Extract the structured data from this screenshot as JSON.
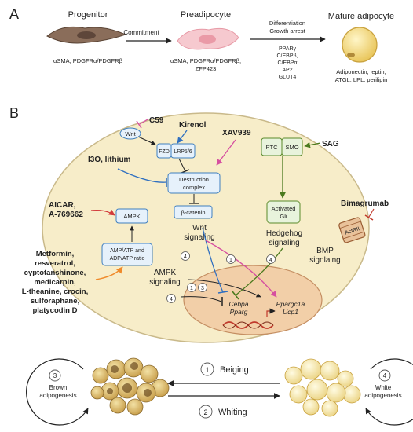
{
  "panel_a": {
    "label": "A",
    "progenitor": {
      "title": "Progenitor",
      "markers": "αSMA, PDGFRα/PDGFRβ"
    },
    "commitment": "Commitment",
    "preadipocyte": {
      "title": "Preadipocyte",
      "markers1": "αSMA, PDGFRα/PDGFRβ,",
      "markers2": "ZFP423"
    },
    "differentiation": "Differentiation",
    "growth_arrest": "Growth arrest",
    "factors": [
      "PPARγ",
      "C/EBPβ,",
      "C/EBPα",
      "AP2",
      "GLUT4"
    ],
    "mature": {
      "title": "Mature adipocyte",
      "markers1": "Adiponectin, leptin,",
      "markers2": "ATGL, LPL, perilipin"
    }
  },
  "panel_b": {
    "label": "B",
    "c59": "C59",
    "wnt": "Wnt",
    "kirenol": "Kirenol",
    "fzd": "FZD",
    "lrp": "LRP5/6",
    "xav": "XAV939",
    "i3o": "I3O, lithium",
    "destruction1": "Destruction",
    "destruction2": "complex",
    "beta_catenin": "β-catenin",
    "wnt_signaling1": "Wnt",
    "wnt_signaling2": "signaling",
    "sag": "SAG",
    "ptc": "PTC",
    "smo": "SMO",
    "activated_gli1": "Activated",
    "activated_gli2": "Gli",
    "hedgehog1": "Hedgehog",
    "hedgehog2": "signaling",
    "bimagrumab": "Bimagrumab",
    "actrii": "ActRII",
    "bmp1": "BMP",
    "bmp2": "signlaing",
    "aicar1": "AICAR,",
    "aicar2": "A-769662",
    "ampk": "AMPK",
    "ratio1": "AMP/ATP and",
    "ratio2": "ADP/ATP ratio",
    "compounds": [
      "Metformin,",
      "resveratrol,",
      "cyptotanshinone,",
      "medicarpin,",
      "L-theanine, crocin,",
      "sulforaphane,",
      "platycodin D"
    ],
    "ampk_signaling1": "AMPK",
    "ampk_signaling2": "signaling",
    "cebpa": "Cebpa",
    "pparg": "Pparg",
    "ppargc1a": "Ppargc1a",
    "ucp1": "Ucp1",
    "num_1": "1",
    "num_3": "3",
    "num_4": "4"
  },
  "bottom": {
    "beiging_num": "1",
    "beiging": "Beiging",
    "whiting_num": "2",
    "whiting": "Whiting",
    "brown_num": "3",
    "brown1": "Brown",
    "brown2": "adipogenesis",
    "white_num": "4",
    "white1": "White",
    "white2": "adipogenesis"
  },
  "colors": {
    "cell_fill": "#f7edc9",
    "cell_stroke": "#c9b98a",
    "nucleus_fill": "#f2cfa8",
    "box_fill": "#e6f1fb",
    "box_stroke": "#3f7fbf",
    "gli_fill": "#e8f3dc",
    "gli_stroke": "#5a8a2a",
    "blue_arrow": "#2f6fc0",
    "pink_arrow": "#d64fa0",
    "green_arrow": "#4b7a1e",
    "orange_arrow": "#f08a2a",
    "red_arrow": "#d23b3b"
  }
}
